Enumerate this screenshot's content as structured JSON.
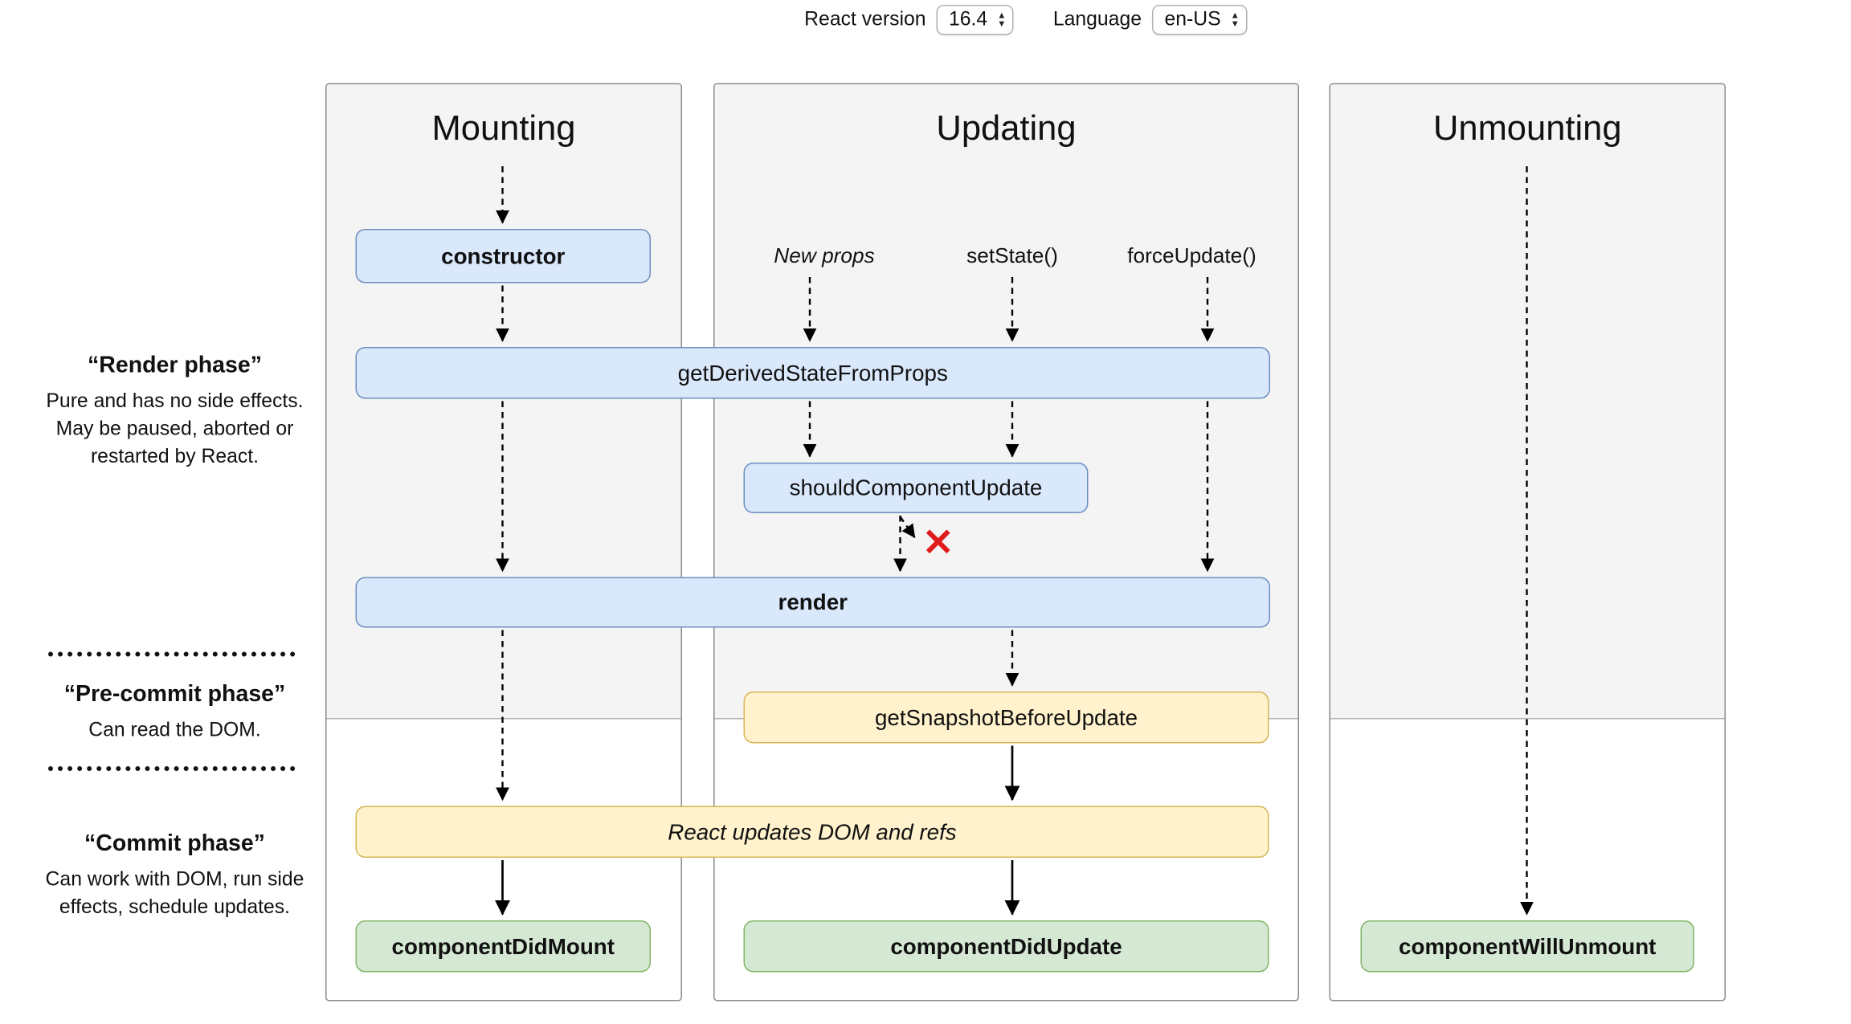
{
  "toolbar": {
    "react_version_label": "React version",
    "react_version_value": "16.4",
    "language_label": "Language",
    "language_value": "en-US"
  },
  "phases": {
    "render": {
      "title": "“Render phase”",
      "description": "Pure and has no side effects. May be paused, aborted or restarted by React."
    },
    "pre_commit": {
      "title": "“Pre-commit phase”",
      "description": "Can read the DOM."
    },
    "commit": {
      "title": "“Commit phase”",
      "description": "Can work with DOM, run side effects, schedule updates."
    }
  },
  "columns": {
    "mounting": {
      "title": "Mounting"
    },
    "updating": {
      "title": "Updating",
      "triggers": [
        "New props",
        "setState()",
        "forceUpdate()"
      ]
    },
    "unmounting": {
      "title": "Unmounting"
    }
  },
  "methods": {
    "constructor": "constructor",
    "get_derived_state_from_props": "getDerivedStateFromProps",
    "should_component_update": "shouldComponentUpdate",
    "render": "render",
    "get_snapshot_before_update": "getSnapshotBeforeUpdate",
    "react_updates": "React updates DOM and refs",
    "component_did_mount": "componentDidMount",
    "component_did_update": "componentDidUpdate",
    "component_will_unmount": "componentWillUnmount"
  },
  "colors": {
    "method_blue_fill": "#dae8fc",
    "method_blue_border": "#6c8ebf",
    "method_yellow_fill": "#fff2cc",
    "method_yellow_border": "#d6b656",
    "method_green_fill": "#d5e8d4",
    "method_green_border": "#82b366",
    "panel_render_phase_bg": "#f4f4f4",
    "cross_red": "#e01b1b"
  }
}
